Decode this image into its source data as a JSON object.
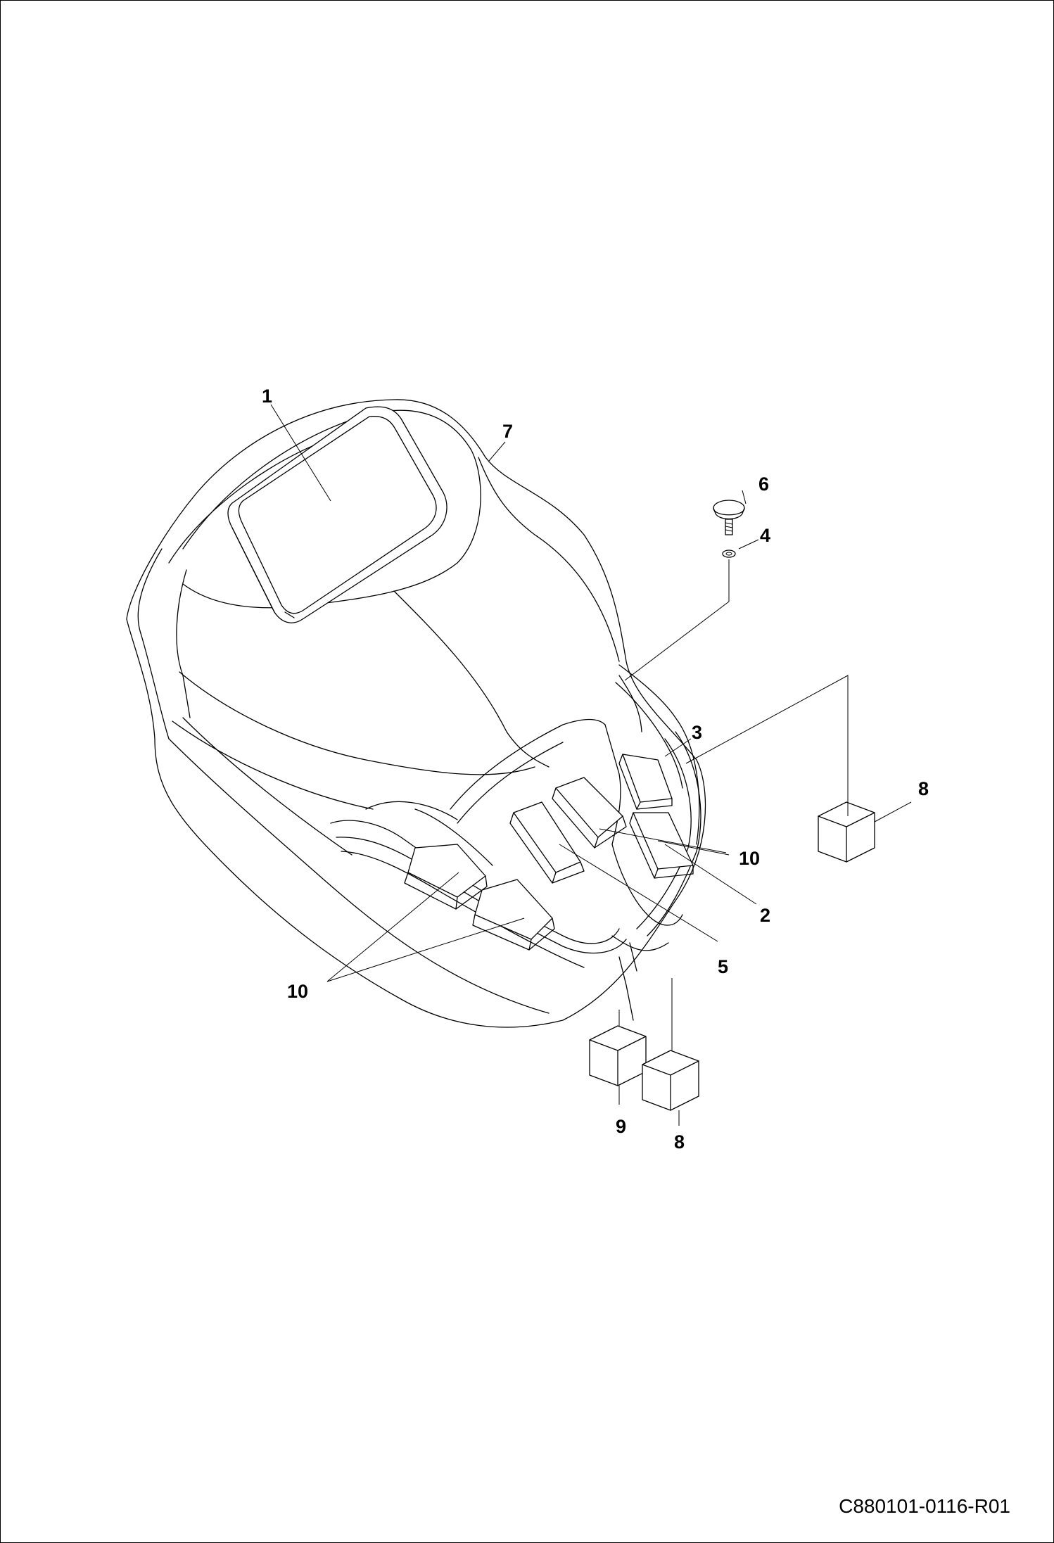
{
  "callouts": {
    "c1": "1",
    "c2": "2",
    "c3": "3",
    "c4": "4",
    "c5": "5",
    "c6": "6",
    "c7": "7",
    "c8a": "8",
    "c8b": "8",
    "c9": "9",
    "c10a": "10",
    "c10b": "10"
  },
  "document_number": "C880101-0116-R01",
  "colors": {
    "line": "#000000",
    "background": "#ffffff"
  }
}
